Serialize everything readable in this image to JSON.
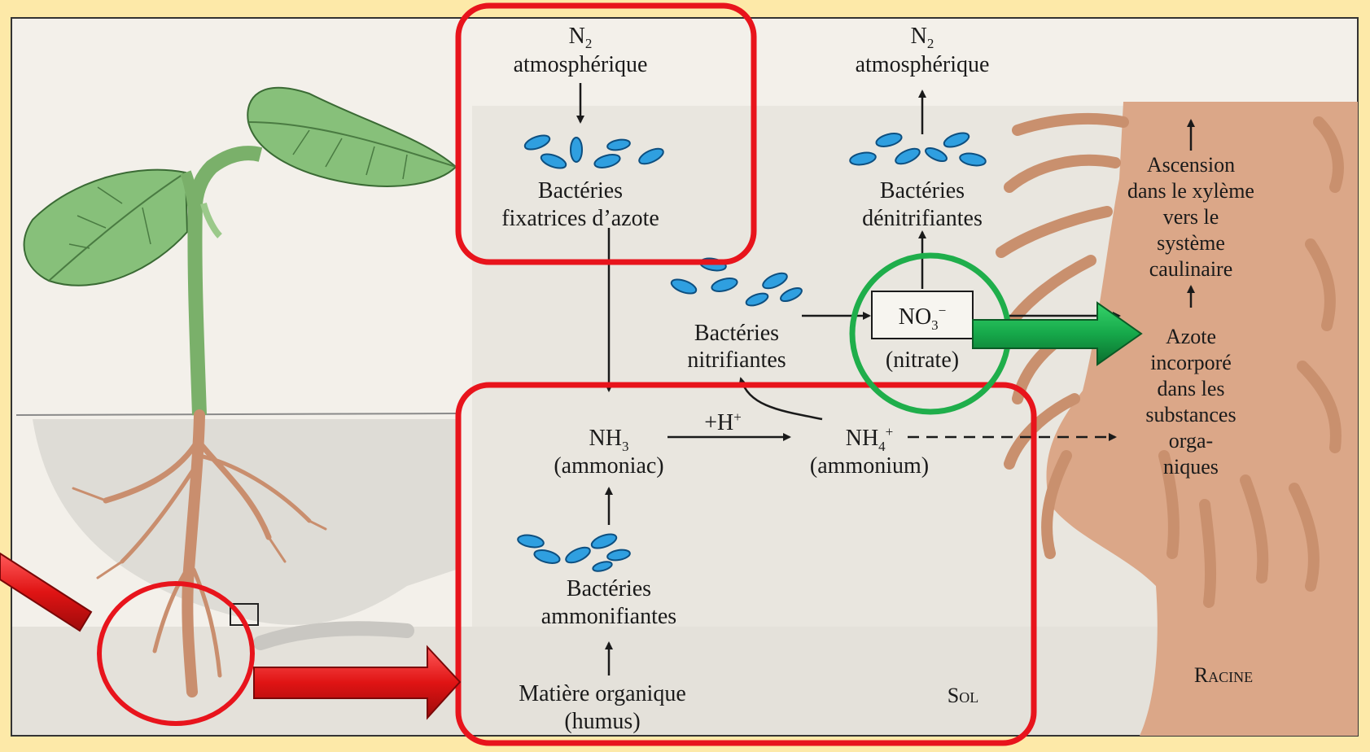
{
  "diagram": {
    "n2_fixation": {
      "formula": "N",
      "sub": "2",
      "line2": "atmosphérique"
    },
    "n2_denitrification": {
      "formula": "N",
      "sub": "2",
      "line2": "atmosphérique"
    },
    "fixing_bacteria": {
      "line1": "Bactéries",
      "line2": "fixatrices d’azote"
    },
    "denitrifying_bacteria": {
      "line1": "Bactéries",
      "line2": "dénitrifiantes"
    },
    "nitrifying_bacteria": {
      "line1": "Bactéries",
      "line2": "nitrifiantes"
    },
    "nitrate": {
      "formula": "NO",
      "sub": "3",
      "sup": "−",
      "name": "(nitrate)"
    },
    "ammonia": {
      "formula": "NH",
      "sub": "3",
      "name": "(ammoniac)"
    },
    "ammonium": {
      "formula": "NH",
      "sub": "4",
      "sup": "+",
      "name": "(ammonium)"
    },
    "proton": {
      "text": "+H",
      "sup": "+"
    },
    "ammonifying_bacteria": {
      "line1": "Bactéries",
      "line2": "ammonifiantes"
    },
    "organic_matter": {
      "line1": "Matière organique",
      "line2": "(humus)"
    },
    "soil_label": "Sol",
    "root_label": "Racine",
    "xylem_ascent": [
      "Ascension",
      "dans le xylème",
      "vers le",
      "système",
      "caulinaire"
    ],
    "nitrogen_incorporated": [
      "Azote",
      "incorporé",
      "dans les",
      "substances",
      "orga-",
      "niques"
    ]
  },
  "colors": {
    "background": "#fde9a8",
    "highlight_red": "#e8141c",
    "highlight_green": "#1fae4b",
    "bacteria_blue": "#2f9fe0",
    "root_brown": "#d8a282",
    "leaf_green": "#7fbf6a"
  }
}
